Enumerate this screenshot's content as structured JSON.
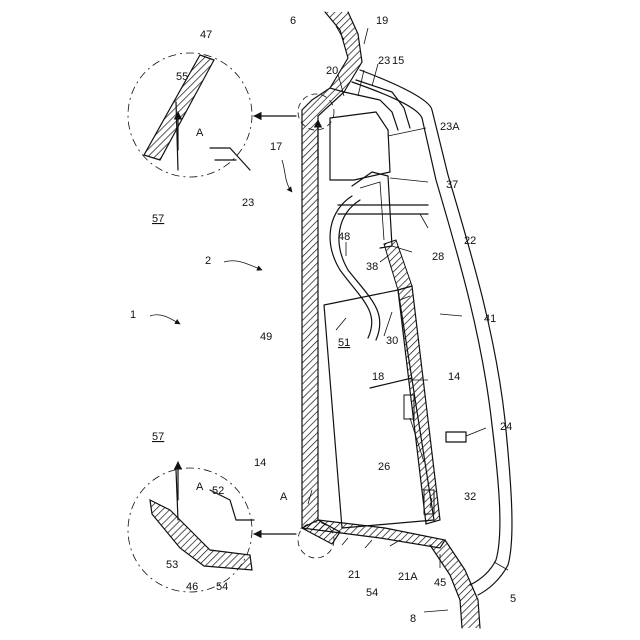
{
  "figure": {
    "labels": {
      "l1": "1",
      "l2": "2",
      "l5": "5",
      "l6": "6",
      "l8": "8",
      "l14a": "14",
      "l14b": "14",
      "l15": "15",
      "l17": "17",
      "l18": "18",
      "l19": "19",
      "l20": "20",
      "l21": "21",
      "l21A": "21A",
      "l22": "22",
      "l23a": "23",
      "l23b": "23",
      "l23A": "23A",
      "l24": "24",
      "l26": "26",
      "l28": "28",
      "l30": "30",
      "l32": "32",
      "l37": "37",
      "l38": "38",
      "l41": "41",
      "l45": "45",
      "l46": "46",
      "l47": "47",
      "l48": "48",
      "l49": "49",
      "l51": "51",
      "l52": "52",
      "l53": "53",
      "l54a": "54",
      "l54b": "54",
      "l55": "55",
      "l57a": "57",
      "l57b": "57",
      "lA1": "A",
      "lA2": "A",
      "lA3": "A"
    }
  }
}
